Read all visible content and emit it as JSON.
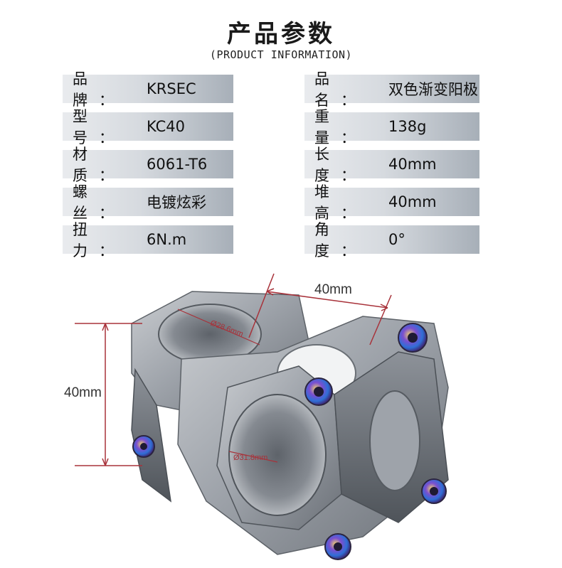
{
  "header": {
    "title": "产品参数",
    "subtitle": "(PRODUCT INFORMATION)"
  },
  "specs": {
    "left": [
      {
        "label": "品 牌：",
        "value": "KRSEC"
      },
      {
        "label": "型 号：",
        "value": "KC40"
      },
      {
        "label": "材 质：",
        "value": "6061-T6"
      },
      {
        "label": "螺 丝：",
        "value": "电镀炫彩"
      },
      {
        "label": "扭 力：",
        "value": "6N.m"
      }
    ],
    "right": [
      {
        "label": "品 名：",
        "value": "双色渐变阳极"
      },
      {
        "label": "重 量：",
        "value": "138g"
      },
      {
        "label": "长 度：",
        "value": "40mm"
      },
      {
        "label": "堆 高：",
        "value": "40mm"
      },
      {
        "label": "角 度：",
        "value": "0°"
      }
    ]
  },
  "dimensions": {
    "length_label": "40mm",
    "height_label": "40mm",
    "top_bore_label": "Ø28.6mm",
    "bar_bore_label": "Ø31.8mm"
  },
  "colors": {
    "dimension_line": "#a8323a",
    "metal": "#9aa0a8",
    "bolt_accent": "#7a4fd0"
  }
}
